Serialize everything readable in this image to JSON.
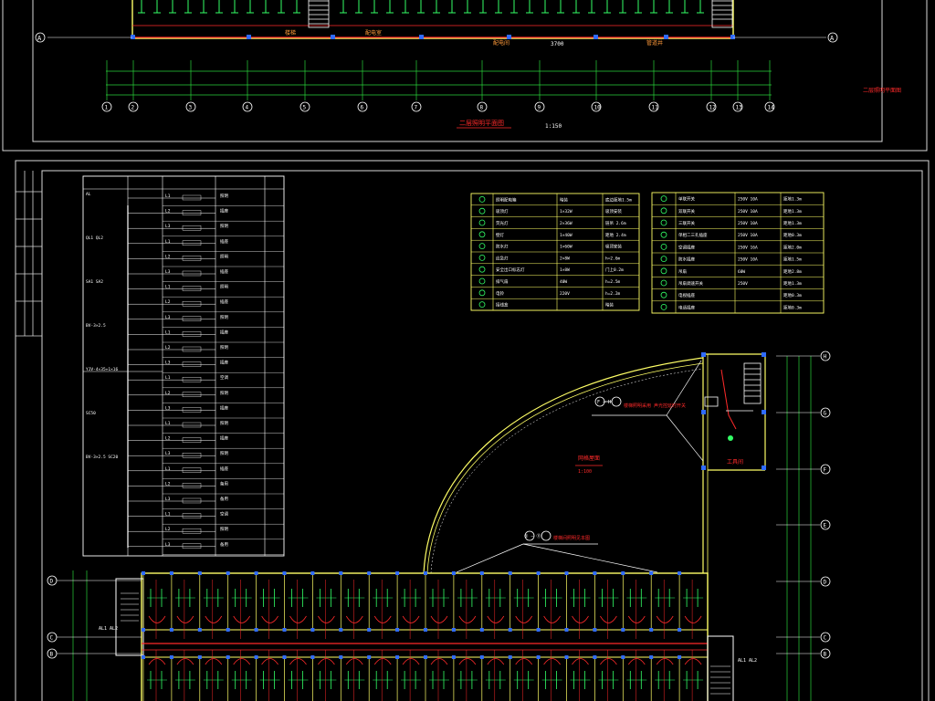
{
  "top_sheet": {
    "axis_numbers": [
      "1",
      "2",
      "3",
      "4",
      "5",
      "6",
      "7",
      "8",
      "9",
      "10",
      "11",
      "12",
      "13",
      "14"
    ],
    "axis_letter": "A",
    "room_labels": [
      "楼梯",
      "配电室",
      "配电间",
      "管道井"
    ],
    "dimension_total": "3700",
    "plan_title": "二层照明平面图",
    "plan_scale": "1:150",
    "side_title": "二层照明平面图"
  },
  "bottom_sheet": {
    "panel_schedule": {
      "left_notes": [
        "AL",
        "QL1 QL2",
        "SA1 SA2",
        "BV-3×2.5",
        "YJV-4×35+1×16",
        "SC50",
        "BV-3×2.5 SC20"
      ],
      "circuit_ids": [
        "L1",
        "L2",
        "L3",
        "L1",
        "L2",
        "L3",
        "L1",
        "L2",
        "L3",
        "L1",
        "L2",
        "L3",
        "L1",
        "L2",
        "L3",
        "L1",
        "L2",
        "L3",
        "L1",
        "L2",
        "L3",
        "L1",
        "L2",
        "L3"
      ],
      "circuit_notes": [
        "照明",
        "插座",
        "照明",
        "插座",
        "照明",
        "插座",
        "照明",
        "插座",
        "照明",
        "插座",
        "照明",
        "插座",
        "空调",
        "照明",
        "插座",
        "照明",
        "插座",
        "照明",
        "插座",
        "备用",
        "备用",
        "空调",
        "照明",
        "备用"
      ]
    },
    "legend_left": {
      "rows": [
        {
          "symbol": "panel",
          "name": "照明配电箱",
          "spec": "暗装",
          "note": "底边距地1.5m"
        },
        {
          "symbol": "lamp",
          "name": "吸顶灯",
          "spec": "1×32W",
          "note": "吸顶安装"
        },
        {
          "symbol": "fluor",
          "name": "荧光灯",
          "spec": "2×36W",
          "note": "链吊 2.6m"
        },
        {
          "symbol": "heart",
          "name": "壁灯",
          "spec": "1×40W",
          "note": "距地 2.4m"
        },
        {
          "symbol": "oval",
          "name": "防水灯",
          "spec": "1×60W",
          "note": "吸顶安装"
        },
        {
          "symbol": "rect",
          "name": "应急灯",
          "spec": "2×8W",
          "note": "h=2.6m"
        },
        {
          "symbol": "exit",
          "name": "安全出口标志灯",
          "spec": "1×8W",
          "note": "门上0.2m"
        },
        {
          "symbol": "dot",
          "name": "排气扇",
          "spec": "40W",
          "note": "h=2.5m"
        },
        {
          "symbol": "circle",
          "name": "电铃",
          "spec": "220V",
          "note": "h=2.2m"
        },
        {
          "symbol": "circle2",
          "name": "接线盒",
          "spec": "",
          "note": "暗装"
        }
      ]
    },
    "legend_right": {
      "rows": [
        {
          "symbol": "sw1",
          "name": "单联开关",
          "spec": "250V 10A",
          "note": "距地1.3m"
        },
        {
          "symbol": "sw2",
          "name": "双联开关",
          "spec": "250V 10A",
          "note": "距地1.3m"
        },
        {
          "symbol": "sw3",
          "name": "三联开关",
          "spec": "250V 10A",
          "note": "距地1.3m"
        },
        {
          "symbol": "sock",
          "name": "单相二三孔插座",
          "spec": "250V 10A",
          "note": "距地0.3m"
        },
        {
          "symbol": "sock2",
          "name": "空调插座",
          "spec": "250V 16A",
          "note": "距地2.0m"
        },
        {
          "symbol": "sock3",
          "name": "防水插座",
          "spec": "250V 10A",
          "note": "距地1.5m"
        },
        {
          "symbol": "fan",
          "name": "吊扇",
          "spec": "60W",
          "note": "距地2.8m"
        },
        {
          "symbol": "fan2",
          "name": "吊扇调速开关",
          "spec": "250V",
          "note": "距地1.3m"
        },
        {
          "symbol": "box",
          "name": "电视插座",
          "spec": "",
          "note": "距地0.3m"
        },
        {
          "symbol": "tel",
          "name": "电话插座",
          "spec": "",
          "note": "距地0.3m"
        }
      ]
    },
    "axis_right": [
      "H",
      "G",
      "F",
      "E",
      "D",
      "C",
      "B"
    ],
    "axis_left": [
      "D",
      "C",
      "B"
    ],
    "callout_top": "F — H",
    "callout_top_text": "楼梯照明采用\n声光控延时开关",
    "callout_mid_label": "网格屋面",
    "callout_mid_scale": "1:100",
    "callout_bottom": "① — ⑪",
    "callout_bottom_text": "楼梯间照明见本图",
    "room_upper_right": "工具间",
    "panel_tag_left": "AL1\nAL2",
    "panel_tag_right": "AL1\nAL2"
  },
  "colors": {
    "background": "#000000",
    "frame": "#d9d9d9",
    "wall": "#ffff66",
    "wiring_red": "#ff2a2a",
    "fixture_green": "#33ff66",
    "dimension_green": "#29d13a",
    "text_white": "#ffffff",
    "column_blue": "#2f6bff",
    "axis_white": "#ffffff"
  }
}
